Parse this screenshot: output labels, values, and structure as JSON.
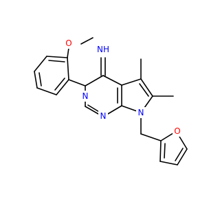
{
  "molecule": {
    "colors": {
      "bond": "#000000",
      "nitrogen": "#0000ff",
      "oxygen": "#ff0000",
      "background": "#ffffff"
    },
    "labels": {
      "imine": "NH",
      "methoxy_o": "O",
      "n3": "N",
      "n1": "N",
      "n7": "N",
      "furan_o": "O"
    }
  }
}
